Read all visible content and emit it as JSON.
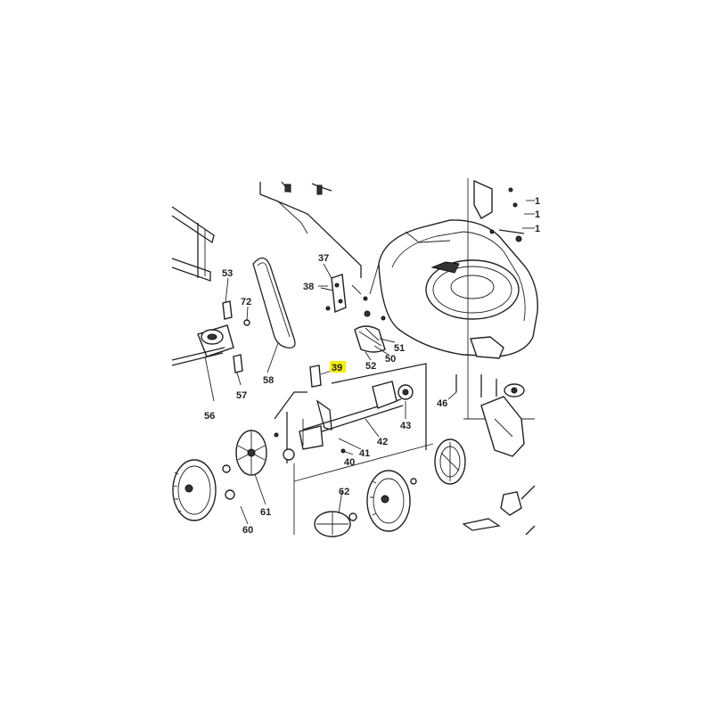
{
  "diagram": {
    "highlight_color": "#f4f000",
    "part_labels": {
      "p37": "37",
      "p38": "38",
      "p39": "39",
      "p40": "40",
      "p41": "41",
      "p42": "42",
      "p43": "43",
      "p46": "46",
      "p50": "50",
      "p51": "51",
      "p52": "52",
      "p53": "53",
      "p56": "56",
      "p57": "57",
      "p58": "58",
      "p60": "60",
      "p61": "61",
      "p62": "62",
      "p72": "72",
      "p1a": "1",
      "p1b": "1",
      "p1c": "1"
    },
    "highlighted_part": "39"
  }
}
